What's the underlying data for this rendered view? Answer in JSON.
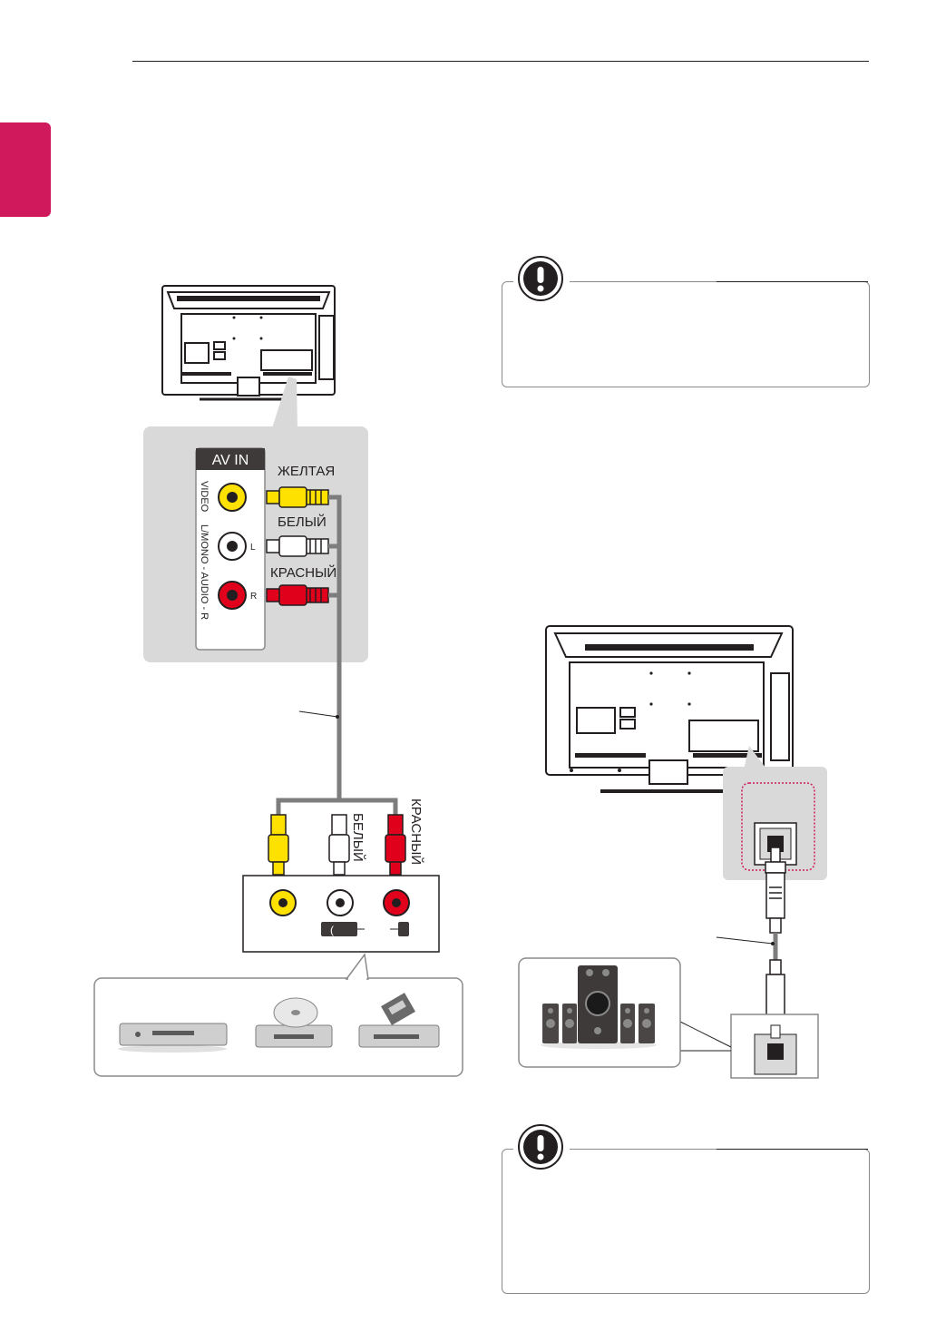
{
  "av_panel": {
    "header": "AV IN",
    "port_video_label": "VIDEO",
    "port_audio_label": "L/MONO - AUDIO - R",
    "port_l": "L",
    "port_r": "R",
    "cable_yellow": "ЖЕЛТАЯ",
    "cable_white": "БЕЛЫЙ",
    "cable_red": "КРАСНЫЙ"
  },
  "device_panel": {
    "cable_white": "БЕЛЫЙ",
    "cable_red": "КРАСНЫЙ",
    "jack_l": "(",
    "jack_r": ""
  },
  "notes": [
    {
      "icon": "exclamation-icon"
    },
    {
      "icon": "exclamation-icon"
    }
  ],
  "colors": {
    "tab": "#d0195c",
    "yellow": "#ffe100",
    "red": "#e0001b",
    "panel_gray": "#d9d9da",
    "cable_gray": "#7d7d7d"
  }
}
